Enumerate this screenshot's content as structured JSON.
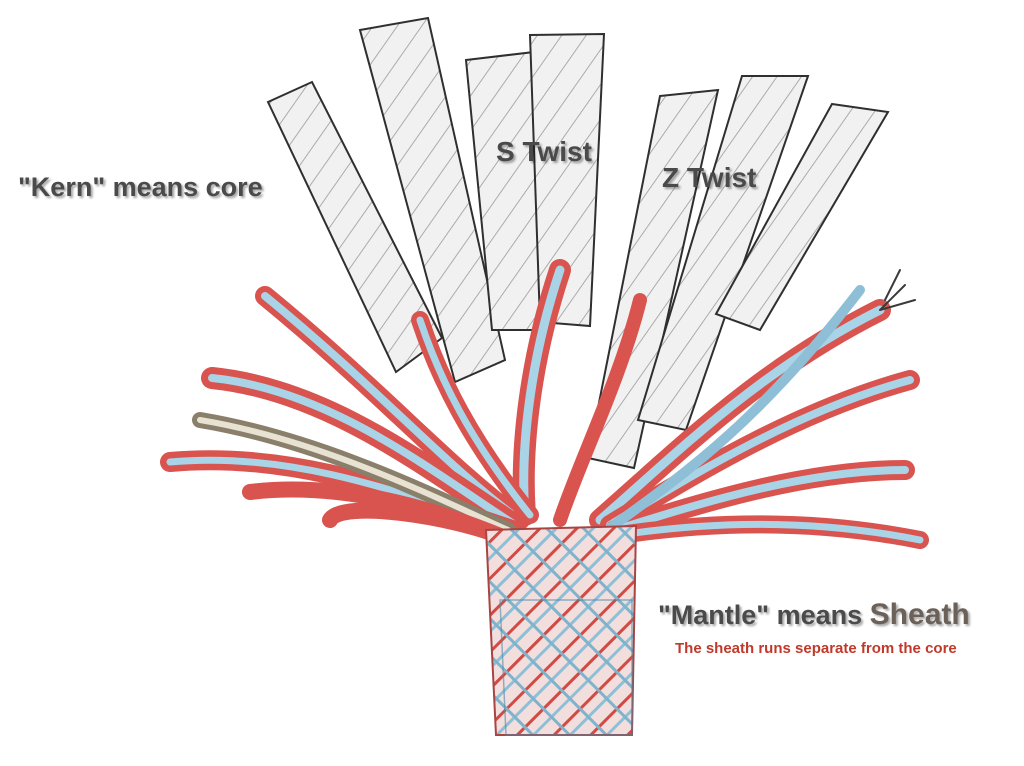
{
  "labels": {
    "kern": "\"Kern\" means core",
    "s_twist": "S Twist",
    "z_twist": "Z Twist",
    "mantle_prefix": "\"Mantle\" means ",
    "mantle_word": "Sheath",
    "note": "The sheath runs separate from the core"
  },
  "colors": {
    "core_strand_fill": "#f1f0f0",
    "core_strand_outline": "#333333",
    "sheath_red": "#d9534f",
    "sheath_blue": "#9cc9de",
    "note_red": "#c0392b",
    "label_gray": "#4a4a4a"
  }
}
